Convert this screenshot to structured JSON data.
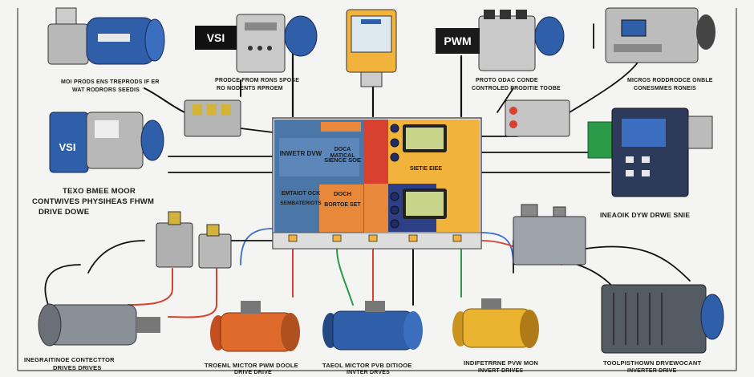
{
  "tags": {
    "vsi_top": "VSI",
    "pwm_top": "PWM",
    "vsi_left": "VSI"
  },
  "labels": {
    "top_left_1": "MOI PRODS ENS TREPRODS IF ER",
    "top_left_2": "WAT RODRORS SEEDIS",
    "top_center_1": "PRODCE FROM RONS SPOSE",
    "top_center_2": "RO NODENTS RPROEM",
    "top_right_1": "PROTO ODAC CONDE",
    "top_right_2": "CONTROLED PRODITIE TOOBE",
    "top_far_right_1": "MICROS RODDRODCE ONBLE",
    "top_far_right_2": "CONESMMES RONEIS",
    "left_1": "TEXO BMEE MOOR",
    "left_2": "CONTWIVES PHYSIHEAS FHWM",
    "left_3": "DRIVE DOWE",
    "right_mid": "INEAOIK DYW DRWE SNIE",
    "bottom_1a": "INEGRAITINOE CONTECTTOR",
    "bottom_1b": "DRIVES DRIVES",
    "bottom_2a": "TROEML MICTOR PWM DOOLE",
    "bottom_2b": "DRIVE DRIVE",
    "bottom_3a": "TAEOL MICTOR PVB DITIOOE",
    "bottom_3b": "INVTER DRVES",
    "bottom_4a": "INDIFETRRNE PVW MON",
    "bottom_4b": "INVERT DRIVES",
    "bottom_5a": "TOOLPISTHOWN DRVEWOCANT",
    "bottom_5b": "INVERTER DRIVE"
  },
  "panel": {
    "blue_title_1": "INWETR DVW",
    "blue_text_1": "DOCA MATICAL",
    "blue_text_2": "SIENCE SOE",
    "blue_text_3": "EMTAIOT OCK",
    "blue_text_4": "SEMBATERIOTS",
    "orange_1": "DOCH",
    "orange_2": "BORTOE SET",
    "yellow_1": "SIETIE EIEE"
  },
  "colors": {
    "blue": "#4a77a8",
    "orange": "#e8883a",
    "yellow": "#f2b33c",
    "red": "#d8412f",
    "navy": "#2d3f86",
    "motor_blue": "#2f5fa8",
    "motor_orange": "#e06a2c",
    "motor_yellow": "#e9b22f",
    "green": "#2b9a48"
  }
}
